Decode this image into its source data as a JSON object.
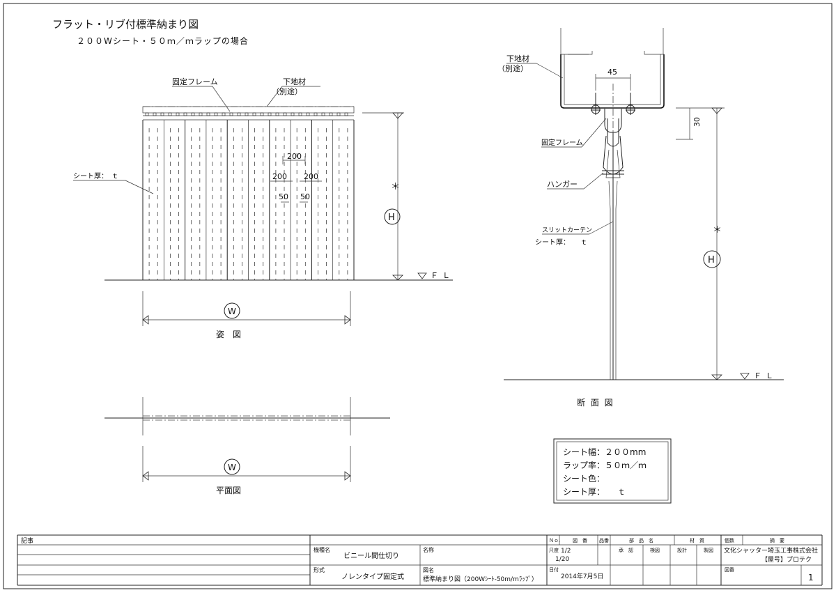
{
  "header": {
    "title": "フラット・リブ付標準納まり図",
    "subtitle": "２００Wシート・５０ｍ／ｍラップの場合"
  },
  "elevation": {
    "label_frame": "固定フレーム",
    "label_base": "下地材",
    "label_base_note": "（別途）",
    "label_sheet": "シート厚：　ｔ",
    "dim_sheet": "200",
    "dim_left": "200",
    "dim_right": "200",
    "dim_lap_left": "50",
    "dim_lap_right": "50",
    "height_symbol": "H",
    "asterisk": "＊",
    "floor": "ＦＬ",
    "width_symbol": "W",
    "caption": "姿　図"
  },
  "plan": {
    "width_symbol": "W",
    "caption": "平面図"
  },
  "section": {
    "label_base": "下地材",
    "label_base_note": "（別途）",
    "dim_45": "45",
    "dim_30": "30",
    "label_frame": "固定フレーム",
    "label_hanger": "ハンガー",
    "label_curtain": "スリットカーテン",
    "label_sheet": "シート厚：　　ｔ",
    "height_symbol": "H",
    "asterisk": "＊",
    "floor": "ＦＬ",
    "caption": "断 面 図"
  },
  "spec": {
    "width": "シート幅：２００mm",
    "lap": "ラップ率：５０ｍ／ｍ",
    "color": "シート色：",
    "thickness": "シート厚：　　ｔ"
  },
  "title_block": {
    "notes_label": "記事",
    "kind_label": "機種名",
    "kind_value": "ビニール間仕切り",
    "type_label": "形式",
    "type_value": "ノレンタイプ固定式",
    "name_label": "名称",
    "dwg_label": "図名",
    "dwg_value": "標準納まり図（200Wｼｰﾄ-50m/mﾗｯﾌﾟ）",
    "no_label": "Ｎｏ.",
    "zuban_label": "図　番",
    "hinban_label": "品番",
    "buhin_label": "部　品　名",
    "zaishitsu_label": "材　質",
    "kosu_label": "個数",
    "tekiyo_label": "摘　要",
    "scale_label": "尺度",
    "scale_1": "1/2",
    "scale_2": "1/20",
    "date_label": "日付",
    "date_value": "2014年7月5日",
    "approve_label": "承　認",
    "check_label": "検図",
    "design_label": "設計",
    "draw_label": "製図",
    "company": "文化シャッター埼玉工事株式会社",
    "brand": "【屋号】プロテク",
    "zuban2_label": "図番",
    "sheet_no": "1"
  }
}
